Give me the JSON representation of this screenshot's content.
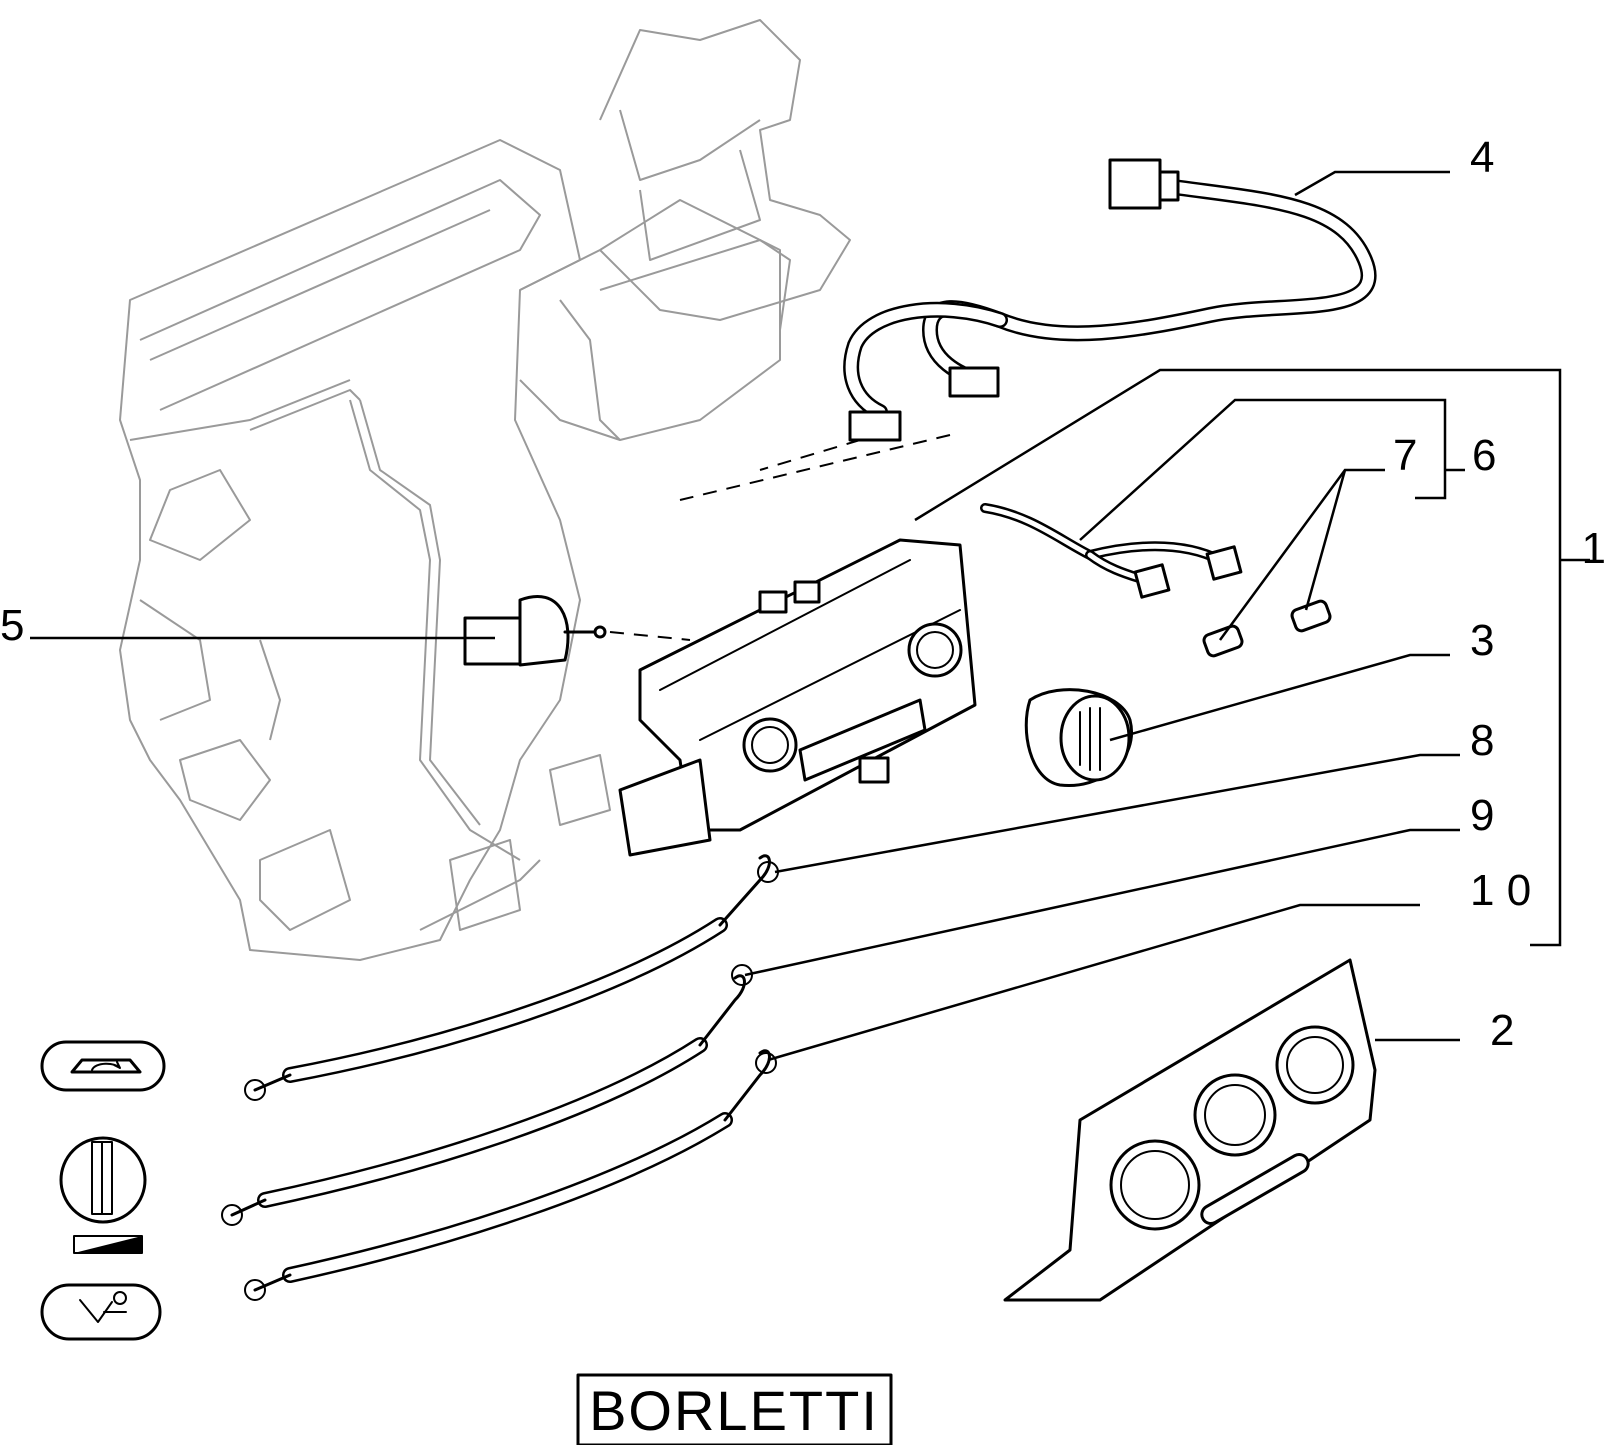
{
  "diagram": {
    "callouts": [
      {
        "id": "1",
        "text": "1"
      },
      {
        "id": "2",
        "text": "2"
      },
      {
        "id": "3",
        "text": "3"
      },
      {
        "id": "4",
        "text": "4"
      },
      {
        "id": "5",
        "text": "5"
      },
      {
        "id": "6",
        "text": "6"
      },
      {
        "id": "7",
        "text": "7"
      },
      {
        "id": "8",
        "text": "8"
      },
      {
        "id": "9",
        "text": "9"
      },
      {
        "id": "10",
        "text": "1 0"
      }
    ],
    "brand_label": "BORLETTI",
    "legend_icons": [
      "recirculation-icon",
      "temperature-knob-icon",
      "fan-speed-ramp-icon",
      "air-distribution-icon"
    ]
  }
}
